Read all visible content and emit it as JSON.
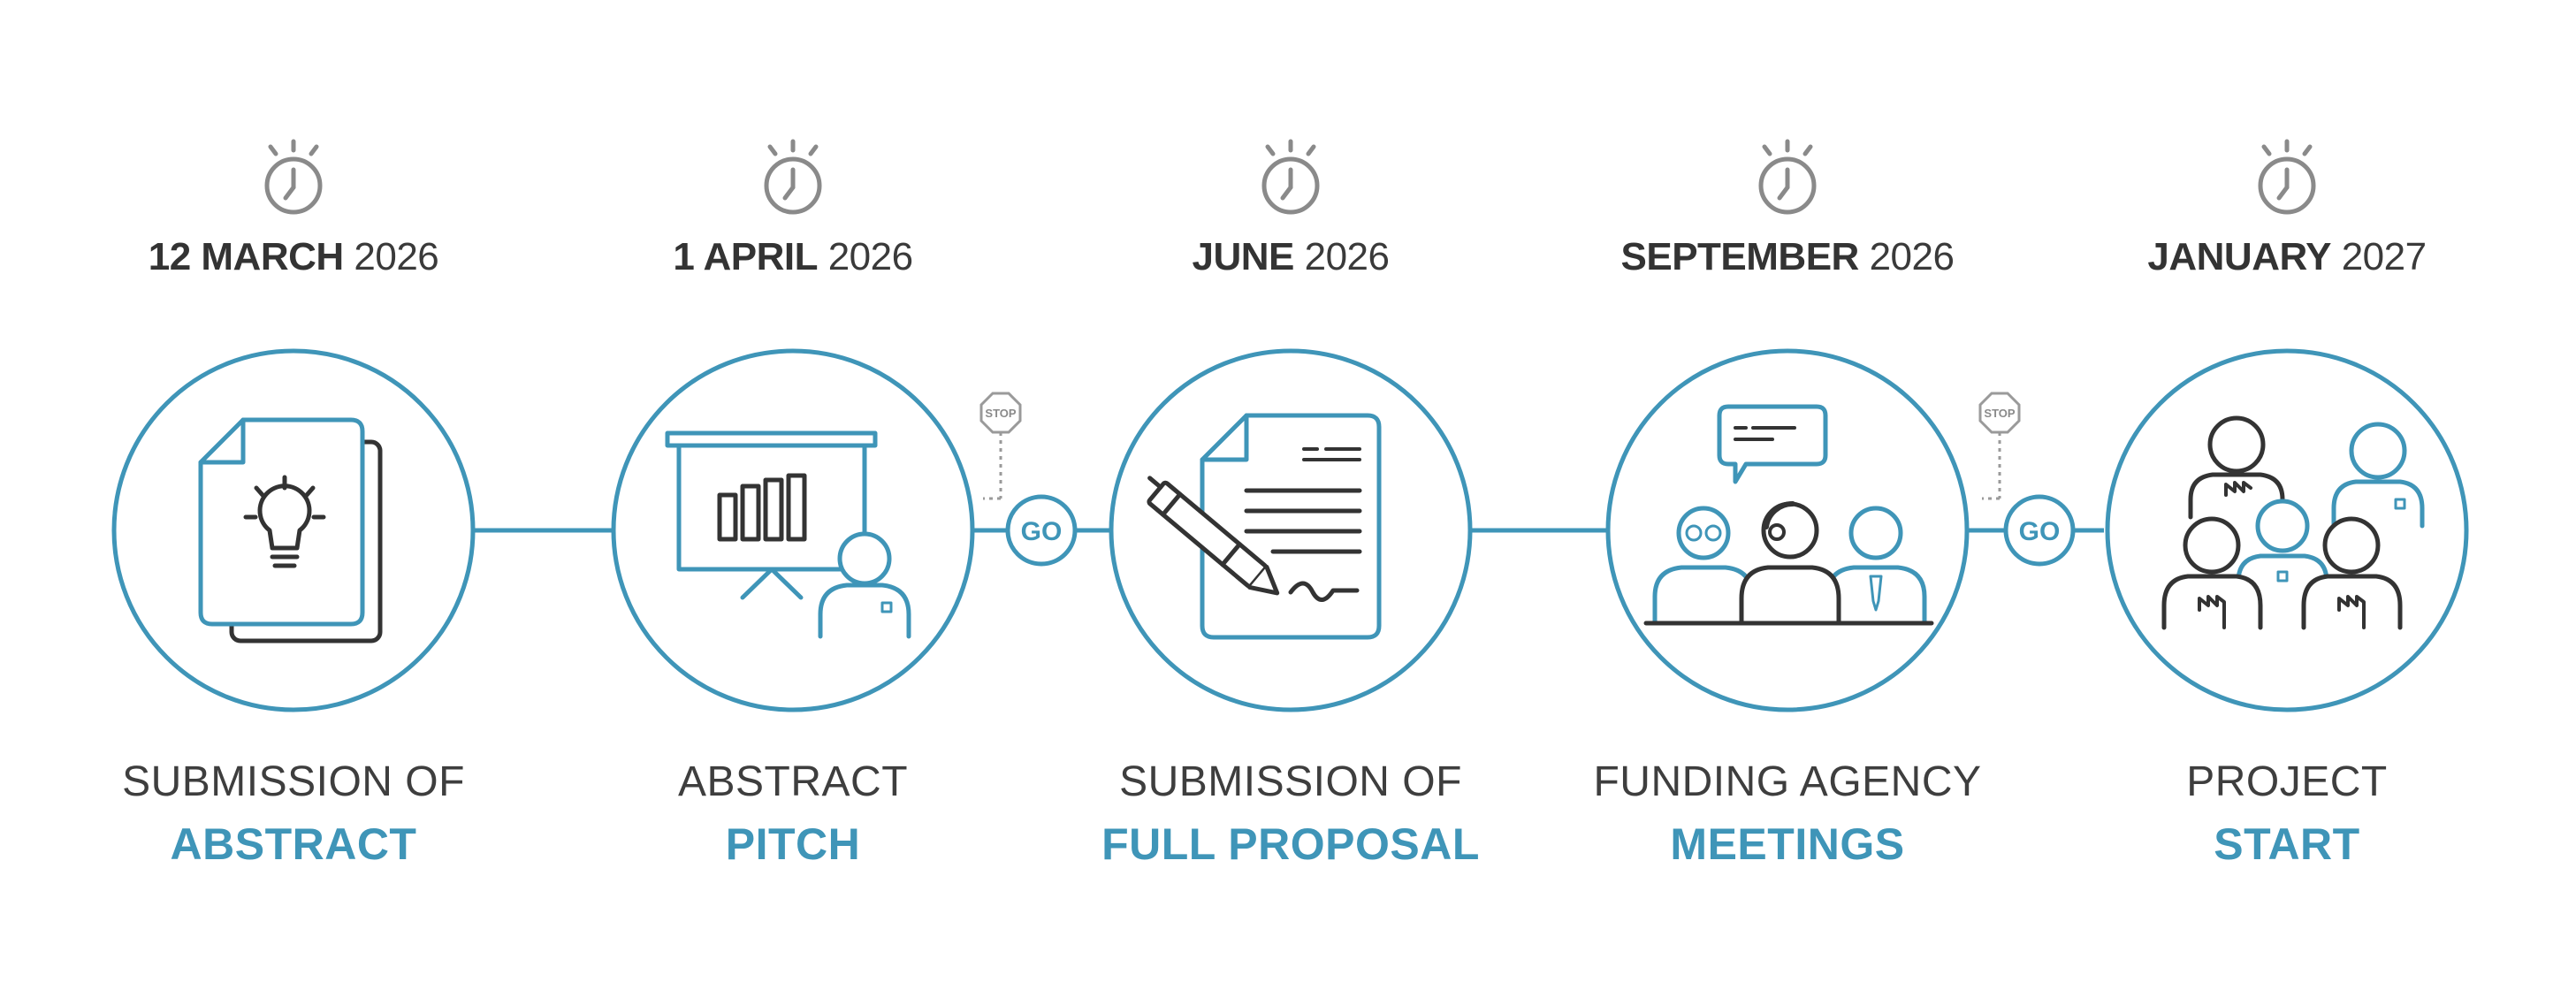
{
  "colors": {
    "accent": "#3f95b8",
    "dark": "#333333",
    "grey": "#8a8a8a",
    "stop_grey": "#9a9a9a"
  },
  "milestones": [
    {
      "date_bold": "12 MARCH",
      "date_year": "2026",
      "line1": "SUBMISSION OF",
      "line2": "ABSTRACT",
      "icon": "document-lightbulb-icon"
    },
    {
      "date_bold": "1 APRIL",
      "date_year": "2026",
      "line1": "ABSTRACT",
      "line2": "PITCH",
      "icon": "presentation-board-icon"
    },
    {
      "date_bold": "JUNE",
      "date_year": "2026",
      "line1": "SUBMISSION OF",
      "line2": "FULL PROPOSAL",
      "icon": "signed-contract-icon"
    },
    {
      "date_bold": "SEPTEMBER",
      "date_year": "2026",
      "line1": "FUNDING AGENCY",
      "line2": "MEETINGS",
      "icon": "meeting-people-icon"
    },
    {
      "date_bold": "JANUARY",
      "date_year": "2027",
      "line1": "PROJECT",
      "line2": "START",
      "icon": "team-people-icon"
    }
  ],
  "gates": [
    {
      "stop_text": "STOP",
      "go_text": "GO"
    },
    {
      "stop_text": "STOP",
      "go_text": "GO"
    }
  ]
}
